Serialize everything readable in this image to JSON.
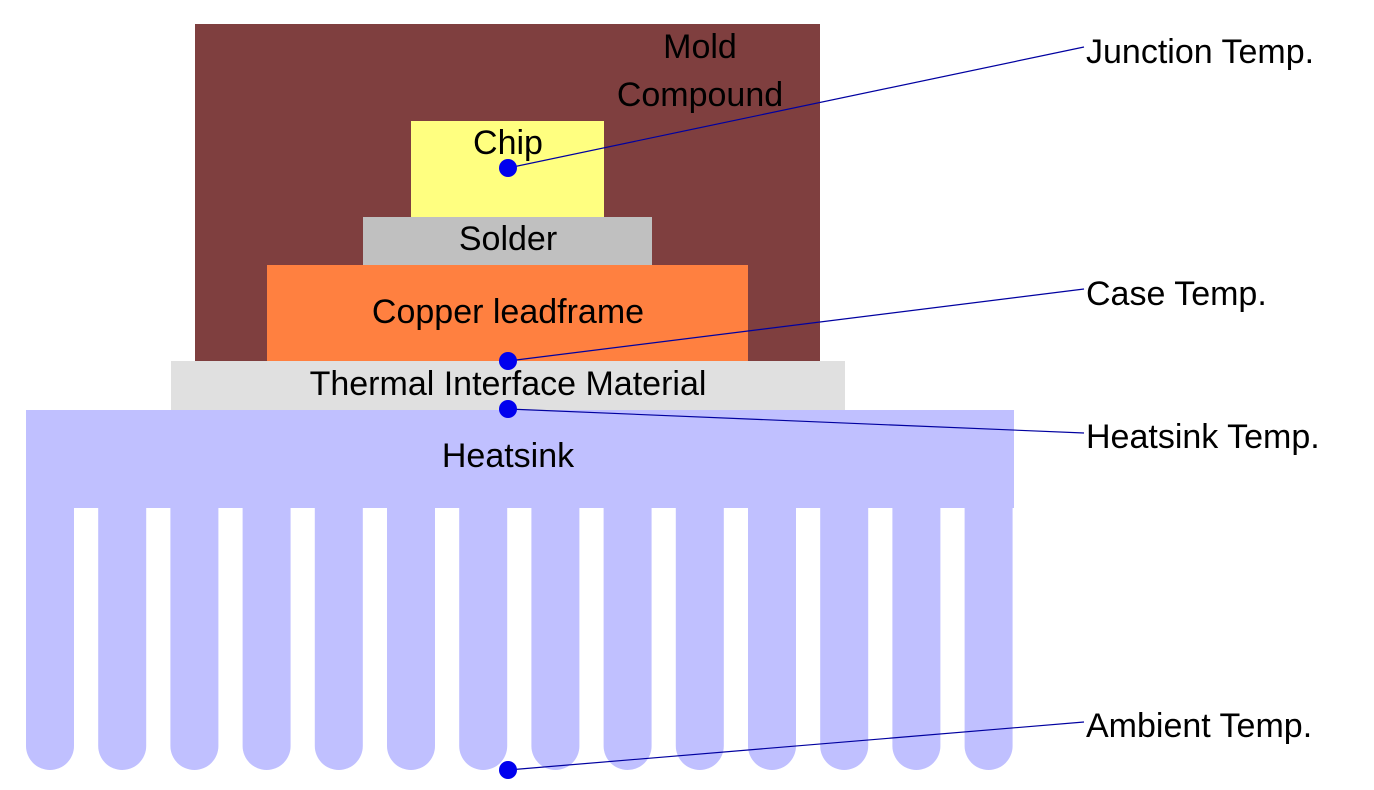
{
  "colors": {
    "mold_compound": "#7f3f3f",
    "chip": "#ffff80",
    "solder": "#c0c0c0",
    "copper_leadframe": "#ff8040",
    "thermal_interface_material": "#e0e0e0",
    "heatsink": "#c0c0ff",
    "probe_point": "#0000ee",
    "leader_line": "#0000a0"
  },
  "layers": {
    "mold_compound": {
      "line1": "Mold",
      "line2": "Compound"
    },
    "chip": {
      "label": "Chip"
    },
    "solder": {
      "label": "Solder"
    },
    "copper_leadframe": {
      "label": "Copper leadframe"
    },
    "thermal_interface_material": {
      "label": "Thermal Interface Material"
    },
    "heatsink": {
      "label": "Heatsink"
    }
  },
  "callouts": {
    "junction": {
      "label": "Junction Temp."
    },
    "case": {
      "label": "Case Temp."
    },
    "heatsink": {
      "label": "Heatsink Temp."
    },
    "ambient": {
      "label": "Ambient Temp."
    }
  }
}
